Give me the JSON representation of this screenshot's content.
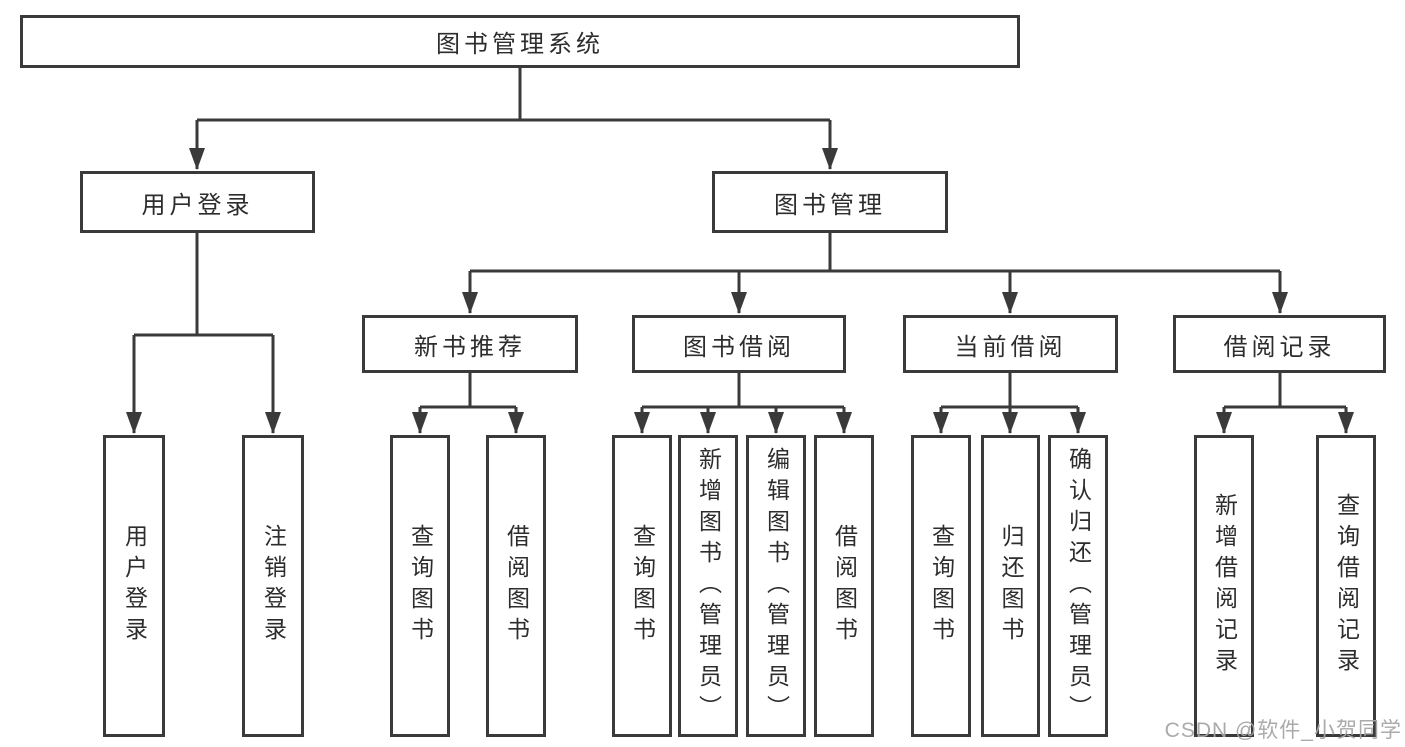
{
  "tree": {
    "label": "图书管理系统",
    "children": [
      {
        "label": "用户登录",
        "children": [
          {
            "label": "用户登录"
          },
          {
            "label": "注销登录"
          }
        ]
      },
      {
        "label": "图书管理",
        "children": [
          {
            "label": "新书推荐",
            "children": [
              {
                "label": "查询图书"
              },
              {
                "label": "借阅图书"
              }
            ]
          },
          {
            "label": "图书借阅",
            "children": [
              {
                "label": "查询图书"
              },
              {
                "label": "新增图书（管理员）"
              },
              {
                "label": "编辑图书（管理员）"
              },
              {
                "label": "借阅图书"
              }
            ]
          },
          {
            "label": "当前借阅",
            "children": [
              {
                "label": "查询图书"
              },
              {
                "label": "归还图书"
              },
              {
                "label": "确认归还（管理员）"
              }
            ]
          },
          {
            "label": "借阅记录",
            "children": [
              {
                "label": "新增借阅记录"
              },
              {
                "label": "查询借阅记录"
              }
            ]
          }
        ]
      }
    ]
  },
  "watermark": "CSDN @软件_小贺同学",
  "colors": {
    "line": "#3a3a3a",
    "text": "#2d2d2d",
    "background": "#ffffff",
    "watermark": "#a6a6a6"
  }
}
